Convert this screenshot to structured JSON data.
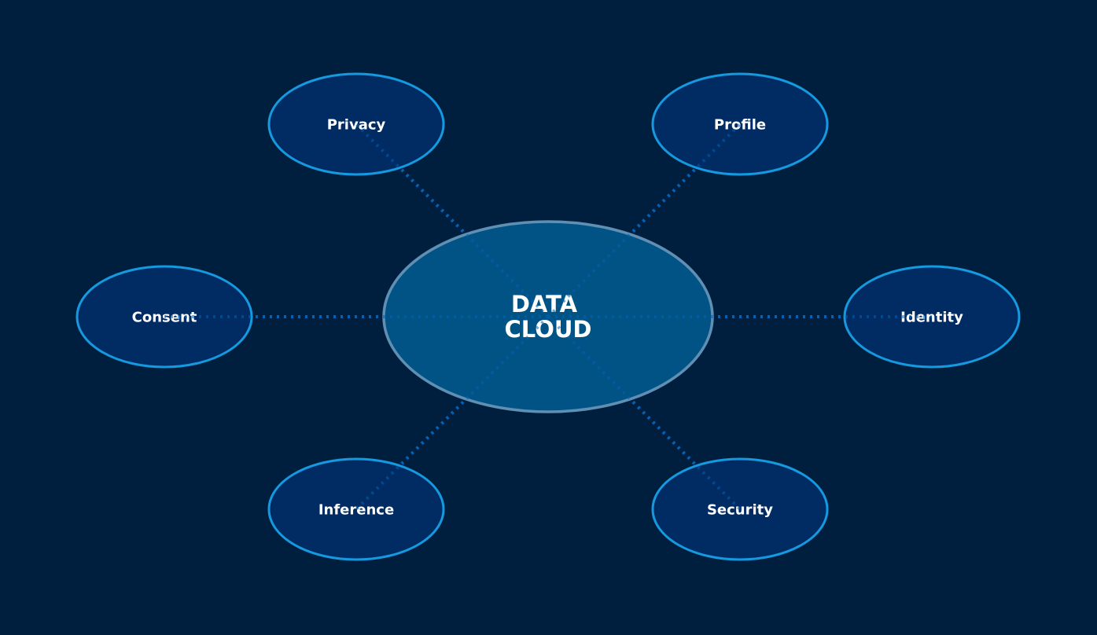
{
  "diagram": {
    "center": {
      "lines": [
        "DATA",
        "CLOUD"
      ]
    },
    "nodes": [
      {
        "id": "privacy",
        "label": "Privacy"
      },
      {
        "id": "profile",
        "label": "Profile"
      },
      {
        "id": "consent",
        "label": "Consent"
      },
      {
        "id": "identity",
        "label": "Identity"
      },
      {
        "id": "inference",
        "label": "Inference"
      },
      {
        "id": "security",
        "label": "Security"
      }
    ]
  },
  "colors": {
    "background": "#001f3f",
    "connector": "#0063b8",
    "node_fill": "#002b63",
    "node_stroke": "#1599df",
    "center_fill": "#005384",
    "center_stroke": "#5f8fb3",
    "text": "#ffffff"
  }
}
